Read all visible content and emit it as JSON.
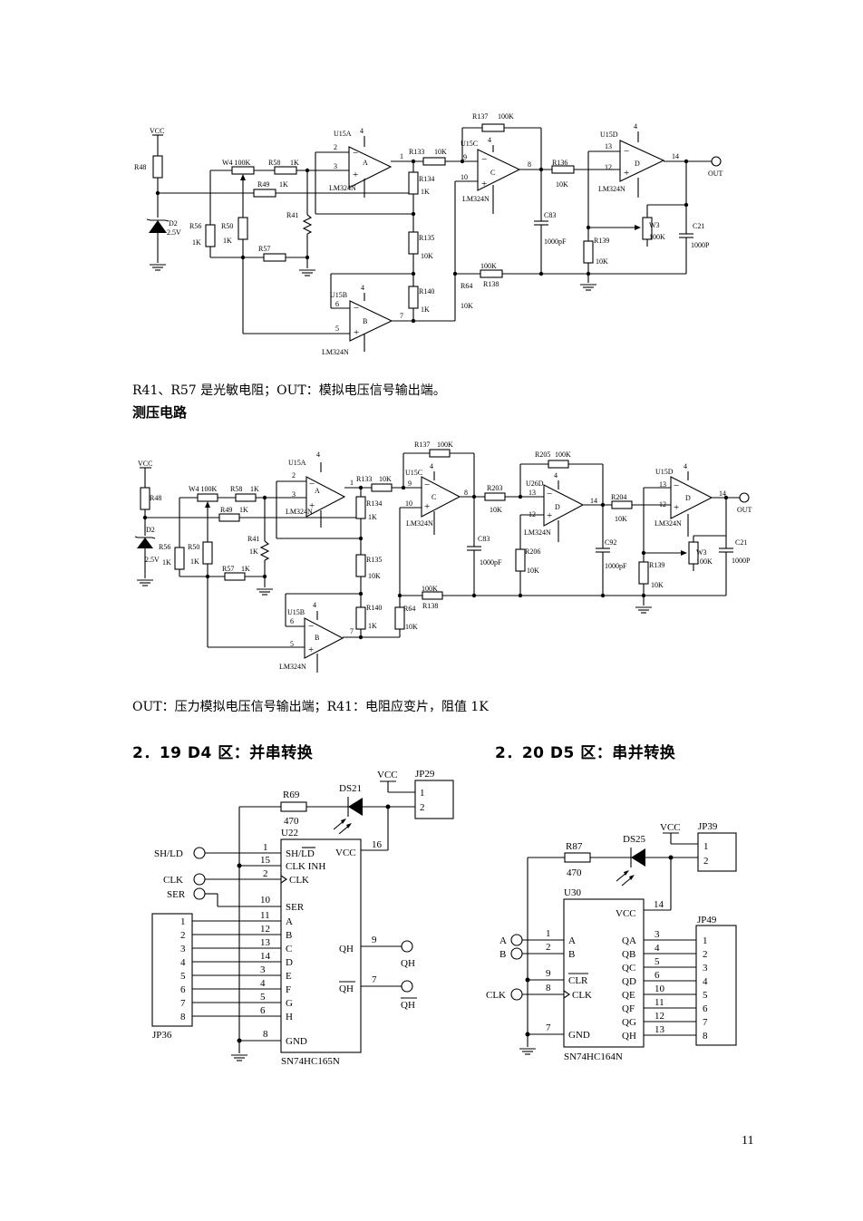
{
  "captions": {
    "fig1_note": "R41、R57 是光敏电阻；OUT：模拟电压信号输出端。",
    "fig2_title": "测压电路",
    "fig2_note": "OUT：压力模拟电压信号输出端；R41：电阻应变片，阻值 1K",
    "sec_219": "2．19  D4 区：并串转换",
    "sec_220": "2．20  D5 区：串并转换"
  },
  "page_number": "11",
  "circuit1": {
    "vcc": "VCC",
    "r48": "R48",
    "d2": "D2",
    "d2v": "2.5V",
    "w4": "W4 100K",
    "r58": "R58",
    "r58v": "1K",
    "r49": "R49",
    "r49v": "1K",
    "r56": "R56",
    "r56v": "1K",
    "r50": "R50",
    "r50v": "1K",
    "r41": "R41",
    "r57": "R57",
    "u15a": "U15A",
    "p2": "2",
    "p3": "3",
    "p1": "1",
    "ua": "A",
    "lm1": "LM324N",
    "r133": "R133",
    "r133v": "10K",
    "r134": "R134",
    "r134v": "1K",
    "r135": "R135",
    "r135v": "10K",
    "r140": "R140",
    "r140v": "1K",
    "u15b": "U15B",
    "p6": "6",
    "p5": "5",
    "p7": "7",
    "ub": "B",
    "lm2": "LM324N",
    "r137": "R137",
    "r137v": "100K",
    "u15c": "U15C",
    "p9": "9",
    "p10": "10",
    "p8": "8",
    "uc": "C",
    "lm3": "LM324N",
    "r64": "R64",
    "r64v": "10K",
    "r138v": "100K",
    "r138": "R138",
    "c83": "C83",
    "c83v": "1000pF",
    "r136": "R136",
    "r136v": "10K",
    "u15d": "U15D",
    "p13": "13",
    "p12": "12",
    "p14": "14",
    "ud": "D",
    "lm4": "LM324N",
    "r139": "R139",
    "r139v": "10K",
    "w3": "W3",
    "w3v": "100K",
    "c21": "C21",
    "c21v": "1000P",
    "out": "OUT",
    "four": "4"
  },
  "circuit2": {
    "vcc": "VCC",
    "r48": "R48",
    "d2": "D2",
    "d2v": "2.5V",
    "w4": "W4 100K",
    "r58": "R58",
    "r58v": "1K",
    "r49": "R49",
    "r49v": "1K",
    "r56": "R56",
    "r56v": "1K",
    "r50": "R50",
    "r50v": "1K",
    "r41": "R41",
    "r41v": "1K",
    "r57": "R57",
    "r57v": "1K",
    "u15a": "U15A",
    "ua": "A",
    "lm": "LM324N",
    "r133": "R133",
    "r133v": "10K",
    "r134": "R134",
    "r134v": "1K",
    "r135": "R135",
    "r135v": "10K",
    "r140": "R140",
    "r140v": "1K",
    "u15b": "U15B",
    "ub": "B",
    "r137": "R137",
    "r137v": "100K",
    "u15c": "U15C",
    "uc": "C",
    "r64": "R64",
    "r64v": "10K",
    "r138v": "100K",
    "r138": "R138",
    "r203": "R203",
    "r203v": "10K",
    "c83": "C83",
    "c83v": "1000pF",
    "r205": "R205",
    "r205v": "100K",
    "u26d": "U26D",
    "ud": "D",
    "r206": "R206",
    "r206v": "10K",
    "c92": "C92",
    "c92v": "1000pF",
    "r204": "R204",
    "r204v": "10K",
    "u15d": "U15D",
    "r139": "R139",
    "r139v": "10K",
    "w3": "W3",
    "w3v": "100K",
    "c21": "C21",
    "c21v": "1000P",
    "out": "OUT",
    "n1": "1",
    "n2": "2",
    "n3": "3",
    "n4": "4",
    "n5": "5",
    "n6": "6",
    "n7": "7",
    "n8": "8",
    "n9": "9",
    "n10": "10",
    "n12": "12",
    "n13": "13",
    "n14": "14"
  },
  "circuit3": {
    "r69": "R69",
    "r69v": "470",
    "ds21": "DS21",
    "vcc": "VCC",
    "jp29": "JP29",
    "jp_1": "1",
    "jp_2": "2",
    "u22": "U22",
    "chip": "SN74HC165N",
    "jp36": "JP36",
    "shld": "SH/LD",
    "clk": "CLK",
    "ser": "SER",
    "qh": "QH",
    "qhn": "QH",
    "pin_shld": "SH/LD",
    "pin_clkinh": "CLK INH",
    "pin_clk": "CLK",
    "pin_ser": "SER",
    "pin_vcc": "VCC",
    "pin_gnd": "GND",
    "pin_qh": "QH",
    "pin_qhn": "QH",
    "pins_abc": [
      "A",
      "B",
      "C",
      "D",
      "E",
      "F",
      "G",
      "H"
    ],
    "pins_num": [
      "11",
      "12",
      "13",
      "14",
      "3",
      "4",
      "5",
      "6"
    ],
    "jp_nums": [
      "1",
      "2",
      "3",
      "4",
      "5",
      "6",
      "7",
      "8"
    ],
    "pn1": "1",
    "pn15": "15",
    "pn2": "2",
    "pn10": "10",
    "pn16": "16",
    "pn9": "9",
    "pn7": "7",
    "pn8": "8"
  },
  "circuit4": {
    "r87": "R87",
    "r87v": "470",
    "ds25": "DS25",
    "vcc": "VCC",
    "jp39": "JP39",
    "jp_1": "1",
    "jp_2": "2",
    "u30": "U30",
    "chip": "SN74HC164N",
    "jp49": "JP49",
    "a": "A",
    "b": "B",
    "clk": "CLK",
    "pin_a": "A",
    "pin_b": "B",
    "pin_clr": "CLR",
    "pin_clk": "CLK",
    "pin_vcc": "VCC",
    "pin_gnd": "GND",
    "outs": [
      "QA",
      "QB",
      "QC",
      "QD",
      "QE",
      "QF",
      "QG",
      "QH"
    ],
    "out_nums": [
      "3",
      "4",
      "5",
      "6",
      "10",
      "11",
      "12",
      "13"
    ],
    "jp_nums": [
      "1",
      "2",
      "3",
      "4",
      "5",
      "6",
      "7",
      "8"
    ],
    "pn1": "1",
    "pn2": "2",
    "pn9": "9",
    "pn8": "8",
    "pn7": "7",
    "pn14": "14"
  }
}
